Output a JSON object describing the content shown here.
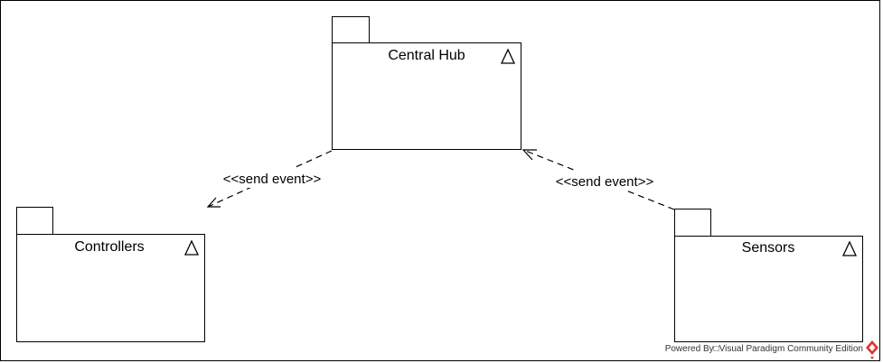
{
  "diagram": {
    "packages": {
      "central_hub": {
        "name": "Central Hub"
      },
      "controllers": {
        "name": "Controllers"
      },
      "sensors": {
        "name": "Sensors"
      }
    },
    "connectors": {
      "hub_to_controllers": {
        "label": "<<send event>>",
        "from": "Central Hub",
        "to": "Controllers",
        "style": "dashed dependency"
      },
      "sensors_to_hub": {
        "label": "<<send event>>",
        "from": "Sensors",
        "to": "Central Hub",
        "style": "dashed dependency"
      }
    },
    "icons": {
      "package_stereotype": "triangle-icon"
    }
  },
  "watermark": {
    "text": "Powered By□Visual Paradigm Community Edition",
    "icon": "visual-paradigm-logo-icon",
    "icon_color": "#e4312b"
  },
  "colors": {
    "stroke": "#000000",
    "background": "#ffffff"
  }
}
